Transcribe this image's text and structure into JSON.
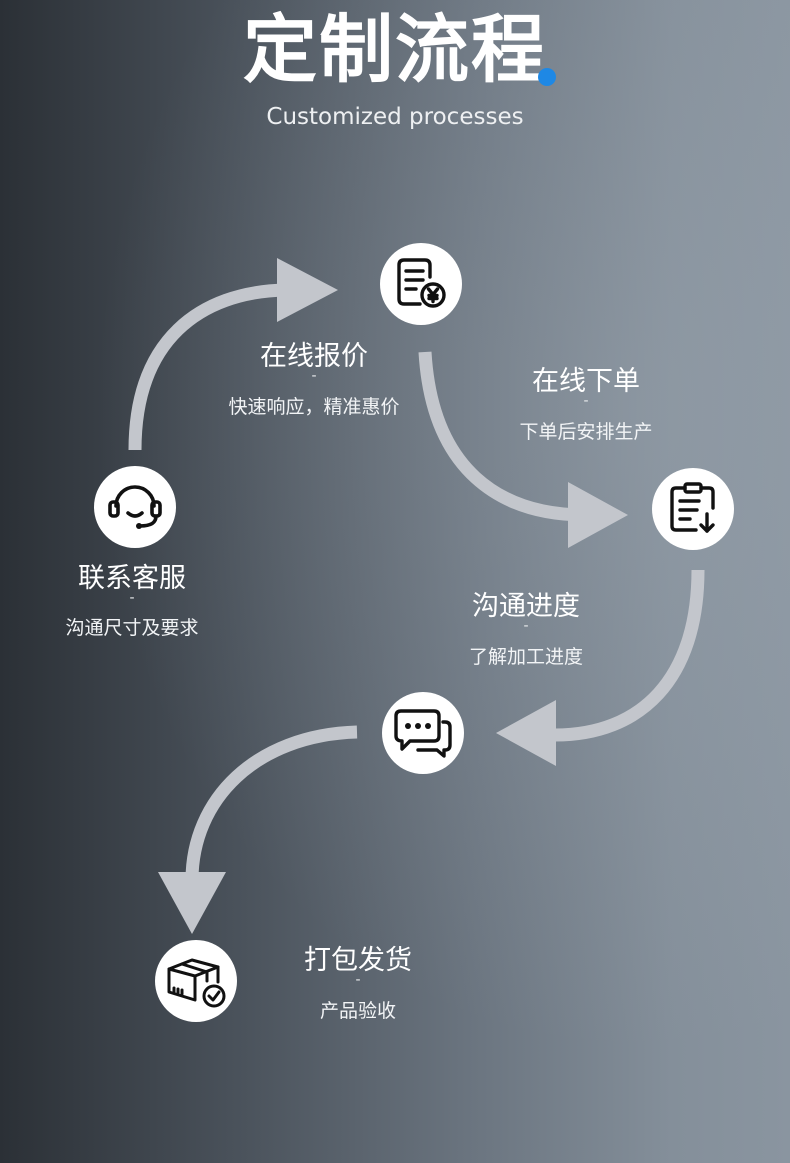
{
  "header": {
    "title": "定制流程",
    "subtitle": "Customized processes"
  },
  "steps": [
    {
      "icon": "headset-icon",
      "title": "联系客服",
      "dash": "-",
      "desc": "沟通尺寸及要求"
    },
    {
      "icon": "quote-document-yen-icon",
      "title": "在线报价",
      "dash": "-",
      "desc": "快速响应，精准惠价"
    },
    {
      "icon": "clipboard-download-icon",
      "title": "在线下单",
      "dash": "-",
      "desc": "下单后安排生产"
    },
    {
      "icon": "chat-bubbles-icon",
      "title": "沟通进度",
      "dash": "-",
      "desc": "了解加工进度"
    },
    {
      "icon": "package-check-icon",
      "title": "打包发货",
      "dash": "-",
      "desc": "产品验收"
    }
  ],
  "colors": {
    "arrow": "#c3c6cc",
    "accent_dot": "#1e88e5",
    "icon": "#111111"
  }
}
